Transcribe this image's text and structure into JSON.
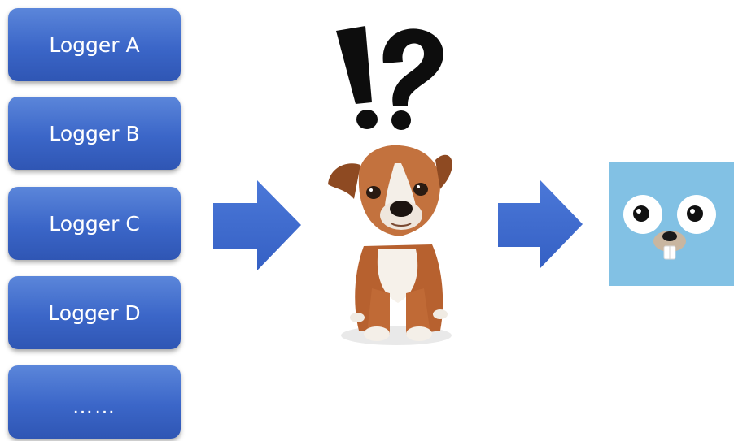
{
  "loggers": [
    {
      "label": "Logger A"
    },
    {
      "label": "Logger B"
    },
    {
      "label": "Logger C"
    },
    {
      "label": "Logger D"
    },
    {
      "label": "……"
    }
  ],
  "colors": {
    "box_top": "#5b86da",
    "box_bottom": "#2f56b4",
    "arrow": "#3f6ad0",
    "gopher_bg": "#82c1e4"
  },
  "icons": {
    "confused": "exclamation-question-icon",
    "dog": "puppy-image",
    "gopher": "gopher-face-icon"
  }
}
